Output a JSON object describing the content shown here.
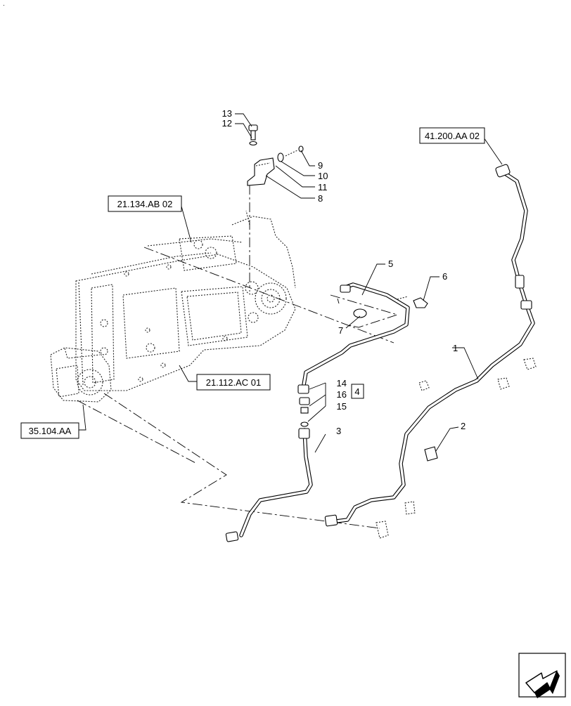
{
  "corner_mark": "·",
  "reference_boxes": {
    "ref_41200": "41.200.AA 02",
    "ref_21134": "21.134.AB 02",
    "ref_21112": "21.112.AC 01",
    "ref_35104": "35.104.AA"
  },
  "callouts": {
    "c1": "1",
    "c2": "2",
    "c3": "3",
    "c4": "4",
    "c5": "5",
    "c6": "6",
    "c7": "7",
    "c8": "8",
    "c9": "9",
    "c10": "10",
    "c11": "11",
    "c12": "12",
    "c13": "13",
    "c14": "14",
    "c15": "15",
    "c16": "16"
  },
  "icons": {
    "navigation": "next-page-arrow-icon"
  }
}
